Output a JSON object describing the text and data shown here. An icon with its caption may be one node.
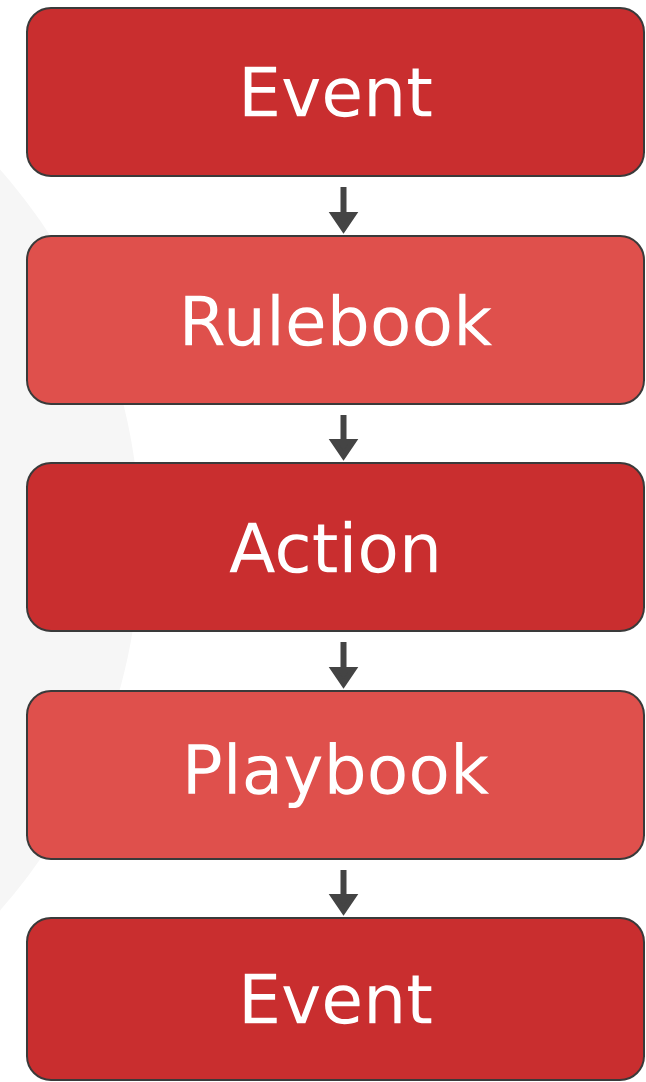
{
  "diagram": {
    "nodes": [
      {
        "text": [
          "Event"
        ]
      },
      {
        "text": [
          "Rulebook"
        ]
      },
      {
        "text": [
          "Action"
        ]
      },
      {
        "text": [
          "Playbook"
        ]
      },
      {
        "text": [
          "Event"
        ]
      }
    ],
    "edges": [
      {
        "from": 0,
        "to": 1,
        "arrow": "to"
      },
      {
        "from": 1,
        "to": 2,
        "arrow": "to"
      },
      {
        "from": 2,
        "to": 3,
        "arrow": "to"
      },
      {
        "from": 3,
        "to": 4,
        "arrow": "to"
      }
    ]
  }
}
